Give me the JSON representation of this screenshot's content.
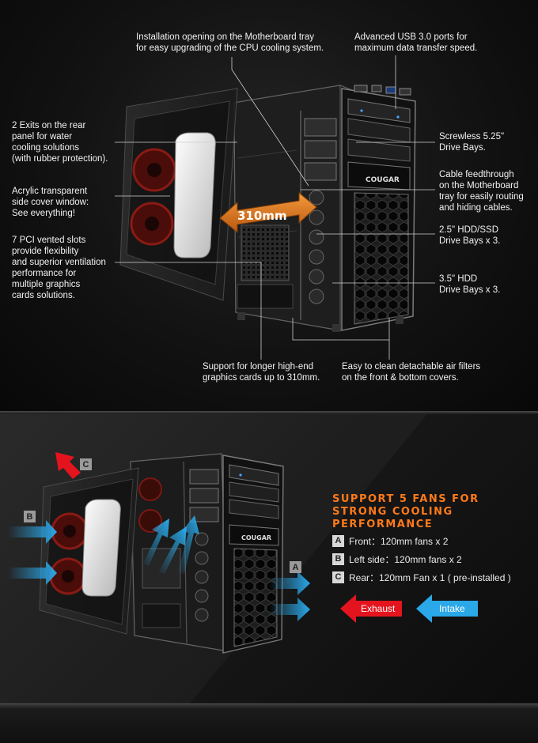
{
  "top_callouts": {
    "cpu_opening": [
      "Installation opening on the Motherboard tray",
      "for easy upgrading of the CPU cooling system."
    ],
    "usb": [
      "Advanced USB 3.0 ports for",
      "maximum data transfer speed."
    ],
    "water_exits": [
      "2 Exits on the rear",
      "panel for water",
      "cooling solutions",
      "(with rubber protection)."
    ],
    "acrylic": [
      "Acrylic transparent",
      "side cover window:",
      "See everything!"
    ],
    "pci": [
      "7 PCI vented slots",
      "provide flexibility",
      "and superior ventilation",
      "performance for",
      "multiple graphics",
      "cards solutions."
    ],
    "screwless": [
      "Screwless 5.25\"",
      "Drive Bays."
    ],
    "cable": [
      "Cable feedthrough",
      "on the Motherboard",
      "tray for easily routing",
      "and hiding cables."
    ],
    "hdd25": [
      "2.5\" HDD/SSD",
      "Drive Bays x 3."
    ],
    "hdd35": [
      "3.5\" HDD",
      "Drive Bays x 3."
    ],
    "gpu": [
      "Support for longer high-end",
      "graphics cards up to 310mm."
    ],
    "filters": [
      "Easy to clean detachable air filters",
      "on the front & bottom covers."
    ],
    "dimension": "310mm",
    "brand": "COUGAR"
  },
  "fans": {
    "heading": [
      "SUPPORT 5 FANS FOR",
      "STRONG COOLING",
      "PERFORMANCE"
    ],
    "items": [
      {
        "letter": "A",
        "text": "Front：120mm fans x 2"
      },
      {
        "letter": "B",
        "text": "Left side：120mm fans x 2"
      },
      {
        "letter": "C",
        "text": "Rear：120mm Fan x 1 ( pre-installed )"
      }
    ],
    "legend": {
      "exhaust": "Exhaust",
      "intake": "Intake"
    },
    "diagram_letters": {
      "rear": "C",
      "side": "B",
      "front": "A"
    },
    "brand": "COUGAR"
  },
  "colors": {
    "accent_orange": "#ff7a1a",
    "exhaust_red": "#e3141e",
    "intake_blue": "#2aa8e8",
    "fan_red": "#8a1a14"
  }
}
